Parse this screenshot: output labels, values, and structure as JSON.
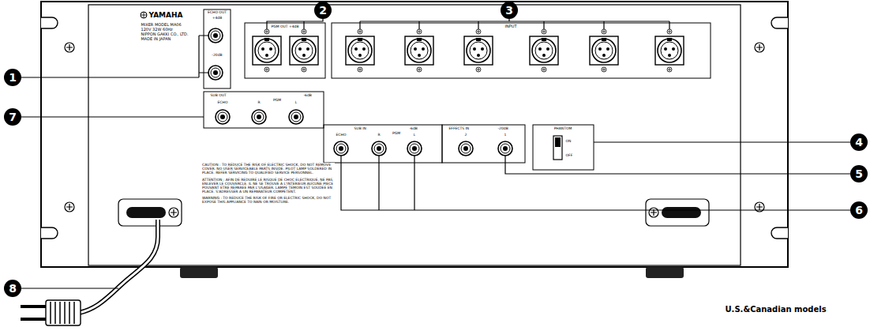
{
  "diagram": {
    "nodes": [
      {
        "text": [
          "1"
        ]
      },
      {
        "text": [
          "2"
        ]
      },
      {
        "text": [
          "3"
        ]
      },
      {
        "text": [
          "4"
        ]
      },
      {
        "text": [
          "5"
        ]
      },
      {
        "text": [
          "6"
        ]
      },
      {
        "text": [
          "7"
        ]
      },
      {
        "text": [
          "8"
        ]
      }
    ],
    "labels": [
      "YAMAHA",
      "MIXER MODEL MA06",
      "120V 32W 60Hz",
      "NIPPON GAKKI CO., LTD.",
      "MADE IN JAPAN",
      "ECHO OUT",
      "+4dB",
      "-20dB",
      "PGM OUT +4dB",
      "INPUT",
      "SUB OUT",
      "-6dB",
      "ECHO",
      "R",
      "PGM",
      "L",
      "SUB IN",
      "-6dB",
      "ECHO",
      "R",
      "PGM",
      "L",
      "EFFECTS IN",
      "-20dB",
      "2",
      "1",
      "PHANTOM",
      "ON",
      "OFF",
      "CAUTION : TO REDUCE THE RISK OF ELECTRIC SHOCK, DO NOT REMOVE COVER. NO USER SERVICEABLE PARTS INSIDE. PILOT LAMP SOLDERED IN PLACE. REFER SERVICING TO QUALIFIED SERVICE PERSONNEL.",
      "ATTENTION : AFIN DE REDUIRE LE RISQUE DE CHOC ELECTRIQUE, NE PAS ENLEVER LE COUVERCLE. IL NE SE TROUVE A L'INTERIEUR AUCUNE PIECE POUVANT ETRE REPAREE PAR L'USAGER. LAMPE TEMOIN EST SOUDEE EN PLACE. S'ADRESSER A UN REPARATEUR COMPETENT.",
      "WARNING : TO REDUCE THE RISK OF FIRE OR ELECTRIC SHOCK, DO NOT EXPOSE THIS APPLIANCE TO RAIN OR MOISTURE.",
      "U.S.&Canadian models"
    ]
  }
}
